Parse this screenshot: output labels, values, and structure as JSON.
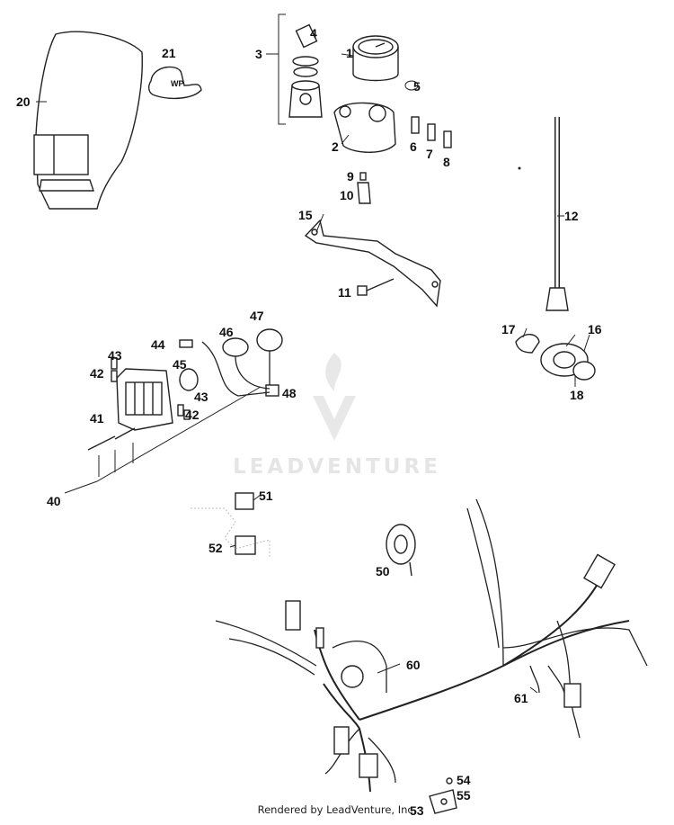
{
  "diagram": {
    "callouts": {
      "c1": "1",
      "c2": "2",
      "c3": "3",
      "c4": "4",
      "c5": "5",
      "c6": "6",
      "c7": "7",
      "c8": "8",
      "c9": "9",
      "c10": "10",
      "c11": "11",
      "c12": "12",
      "c15": "15",
      "c16": "16",
      "c17": "17",
      "c18": "18",
      "c20": "20",
      "c21": "21",
      "c40": "40",
      "c41": "41",
      "c42a": "42",
      "c42b": "42",
      "c43a": "43",
      "c43b": "43",
      "c44": "44",
      "c45": "45",
      "c46": "46",
      "c47": "47",
      "c48": "48",
      "c50": "50",
      "c51": "51",
      "c52": "52",
      "c53": "53",
      "c54": "54",
      "c55": "55",
      "c60": "60",
      "c61": "61"
    },
    "clamp_label": "WP",
    "watermark": "LEADVENTURE"
  },
  "footer": "Rendered by LeadVenture, Inc."
}
